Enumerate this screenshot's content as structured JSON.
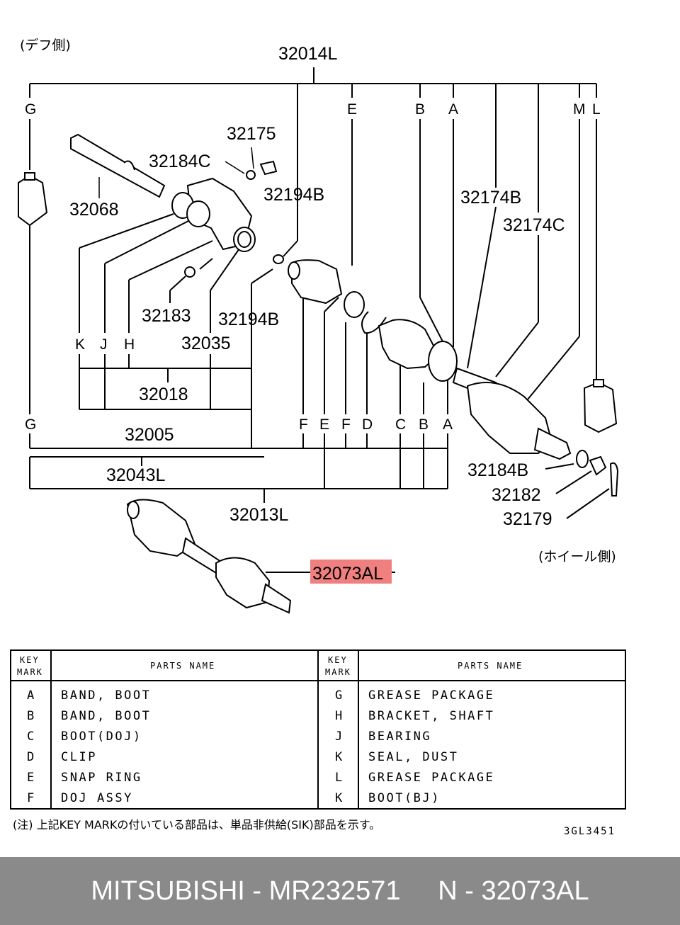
{
  "side_labels": {
    "diff_side": "(デフ側)",
    "wheel_side": "(ホイール側)"
  },
  "part_numbers": {
    "p32014L": "32014L",
    "p32175": "32175",
    "p32184C": "32184C",
    "p32068": "32068",
    "p32194B_top": "32194B",
    "p32174B": "32174B",
    "p32174C": "32174C",
    "p32183": "32183",
    "p32194B_mid": "32194B",
    "p32035": "32035",
    "p32018": "32018",
    "p32005": "32005",
    "p32043L": "32043L",
    "p32184B": "32184B",
    "p32182": "32182",
    "p32179": "32179",
    "p32013L": "32013L",
    "p32073AL": "32073AL"
  },
  "highlight_color": "#f08080",
  "top_marks": {
    "g": "G",
    "e": "E",
    "b": "B",
    "a": "A",
    "m": "M",
    "l": "L"
  },
  "mid_marks": {
    "k": "K",
    "j": "J",
    "h": "H"
  },
  "bottom_marks": {
    "g": "G",
    "f1": "F",
    "e": "E",
    "f2": "F",
    "d": "D",
    "c": "C",
    "b": "B",
    "a": "A"
  },
  "table": {
    "key_header": [
      "KEY",
      "MARK"
    ],
    "name_header": "PARTS NAME",
    "left_rows": [
      {
        "key": "A",
        "name": "BAND, BOOT"
      },
      {
        "key": "B",
        "name": "BAND, BOOT"
      },
      {
        "key": "C",
        "name": "BOOT(DOJ)"
      },
      {
        "key": "D",
        "name": "CLIP"
      },
      {
        "key": "E",
        "name": "SNAP RING"
      },
      {
        "key": "F",
        "name": "DOJ ASSY"
      }
    ],
    "right_rows": [
      {
        "key": "G",
        "name": "GREASE PACKAGE"
      },
      {
        "key": "H",
        "name": "BRACKET, SHAFT"
      },
      {
        "key": "J",
        "name": "BEARING"
      },
      {
        "key": "K",
        "name": "SEAL, DUST"
      },
      {
        "key": "L",
        "name": "GREASE PACKAGE"
      },
      {
        "key": "K",
        "name": "BOOT(BJ)"
      }
    ]
  },
  "note": "(注) 上記KEY MARKの付いている部品は、単品非供給(SIK)部品を示す。",
  "ref_code": "3GL3451",
  "footer": "MITSUBISHI - MR232571     N - 32073AL"
}
